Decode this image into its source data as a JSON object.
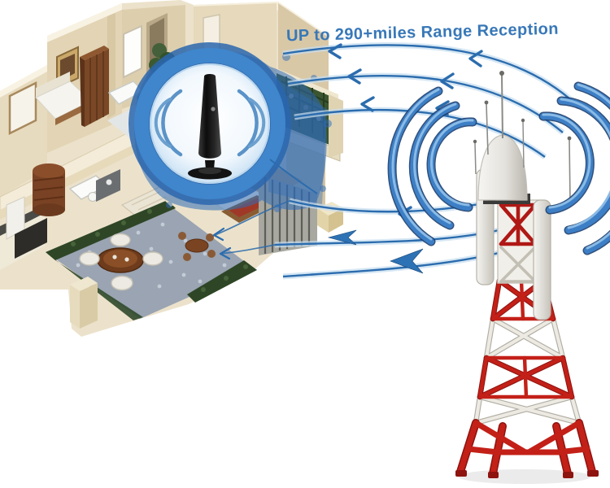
{
  "caption": {
    "text": "UP to 290+miles Range Reception"
  },
  "scene": {
    "background_color": "#ffffff",
    "house": {
      "icon": "isometric-cutaway-house"
    },
    "antenna_circle": {
      "icon": "indoor-antenna-highlight-circle",
      "ring_color": "#3f86cc",
      "splash_color": "#2f6cb6"
    },
    "indoor_antenna": {
      "icon": "black-blade-tv-antenna",
      "color": "#141414"
    },
    "broadcast_tower": {
      "icon": "red-white-lattice-broadcast-tower",
      "red": "#c32018",
      "white": "#eceae2",
      "dome": "#efeeea"
    },
    "signal_arcs": {
      "left_count": 3,
      "right_count": 3,
      "color": "#3d7fc6",
      "dark_edge": "#1c3f6e",
      "highlight": "#8fbfe8"
    },
    "signal_arrows": {
      "upper_count": 3,
      "middle_count": 3,
      "color": "#2b6cae",
      "direction": "tower-to-house"
    }
  },
  "colors": {
    "caption_text": "#3878b8",
    "arrow_blue": "#2b6cae",
    "circle_ring_blue": "#3f86cc",
    "splash_blue": "#2f6cb6",
    "tower_red": "#c32018",
    "tower_white": "#eceae2",
    "house_beige": "#ece2cb",
    "house_wall": "#e2d4b4",
    "wood_brown": "#7a4826",
    "hedge_green": "#2e4626",
    "patio_gray": "#9aa4b2",
    "antenna_black": "#141414",
    "background": "#ffffff"
  }
}
